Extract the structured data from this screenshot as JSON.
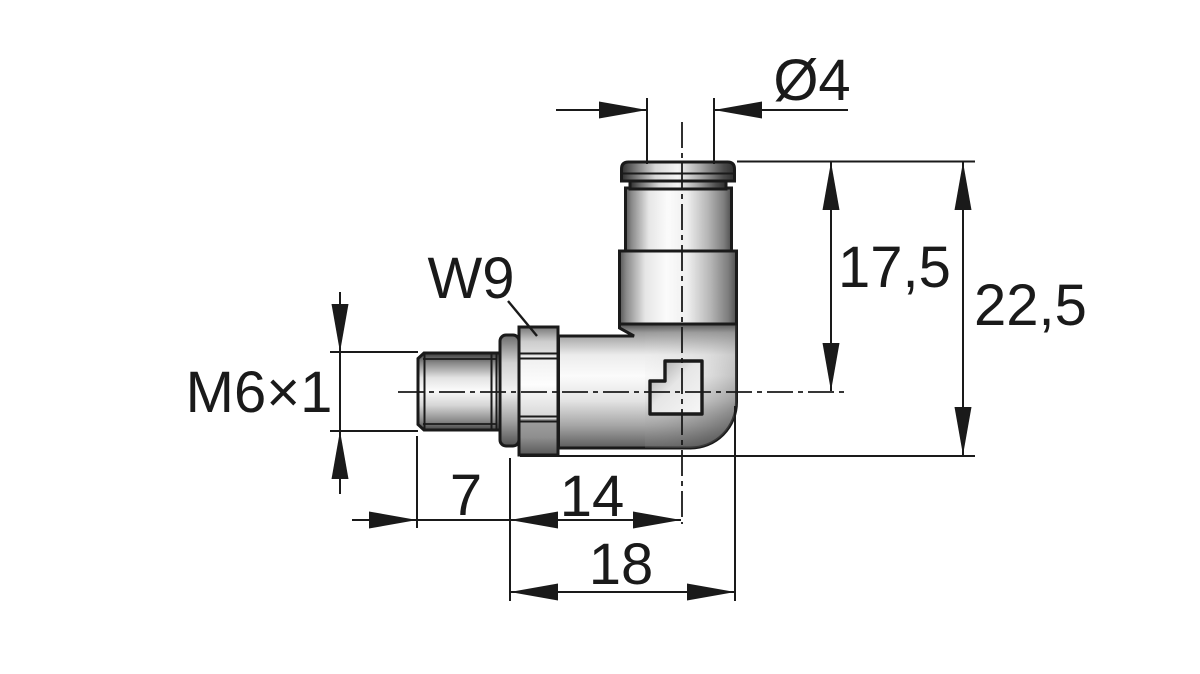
{
  "drawing": {
    "labels": {
      "tube_diameter": "Ø4",
      "height_to_axis": "17,5",
      "overall_height": "22,5",
      "wrench_size": "W9",
      "thread": "M6×1",
      "thread_length": "7",
      "axis_offset": "14",
      "overall_length": "18"
    },
    "colors": {
      "line": "#1a1a1a",
      "background": "#ffffff",
      "metal_light": "#fbfbfb",
      "metal_mid": "#c0c0c0",
      "metal_dark": "#4f4f4f"
    }
  }
}
